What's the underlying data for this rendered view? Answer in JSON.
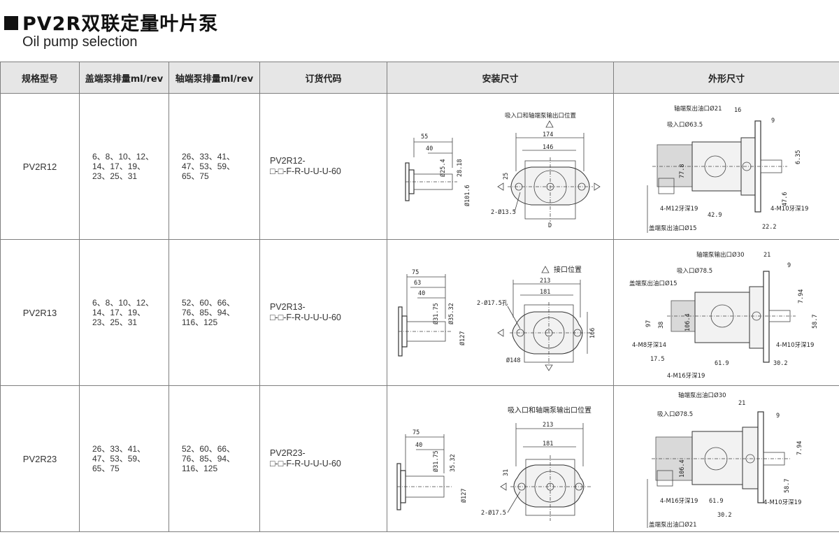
{
  "page": {
    "title": "PV2R双联定量叶片泵",
    "subtitle": "Oil pump selection"
  },
  "table": {
    "headers": [
      "规格型号",
      "盖端泵排量ml/rev",
      "轴端泵排量ml/rev",
      "订货代码",
      "安装尺寸",
      "外形尺寸"
    ],
    "rows": [
      {
        "model": "PV2R12",
        "cover_lines": [
          "6、8、10、12、",
          "14、17、19、",
          "23、25、31"
        ],
        "shaft_lines": [
          "26、33、41、",
          "47、53、59、",
          "65、75"
        ],
        "code_lines": [
          "PV2R12-",
          "□-□-F-R-U-U-U-60"
        ],
        "install": {
          "note": "吸入口和轴端泵输出口位置",
          "d1": "55",
          "d2": "40",
          "d3": "Ø25.4",
          "d4": "28.18",
          "d5": "Ø101.6",
          "w1": "174",
          "w2": "146",
          "h1": "25",
          "hole": "2-Ø13.5",
          "mark": "D"
        },
        "outline": {
          "out_port": "轴端泵出油口Ø21",
          "in_port": "吸入口Ø63.5",
          "d16": "16",
          "d9": "9",
          "d635": "6.35",
          "d778": "77.8",
          "d476": "47.6",
          "d429": "42.9",
          "d222": "22.2",
          "t1": "4-M12牙深19",
          "t2": "4-M10牙深19",
          "cover_out": "盖端泵出油口Ø15"
        }
      },
      {
        "model": "PV2R13",
        "cover_lines": [
          "6、8、10、12、",
          "14、17、19、",
          "23、25、31"
        ],
        "shaft_lines": [
          "52、60、66、",
          "76、85、94、",
          "116、125"
        ],
        "code_lines": [
          "PV2R13-",
          "□-□-F-R-U-U-U-60"
        ],
        "install": {
          "note": "接口位置",
          "d1": "75",
          "d2": "63",
          "d3": "40",
          "d4": "Ø31.75",
          "d5": "Ø35.32",
          "d6": "Ø127",
          "w1": "213",
          "w2": "181",
          "hole": "2-Ø17.5孔",
          "h1": "166",
          "dia": "Ø148"
        },
        "outline": {
          "out_port": "轴端泵输出口Ø30",
          "in_port": "吸入口Ø78.5",
          "cover_out": "盖端泵出油口Ø15",
          "d21": "21",
          "d9": "9",
          "d794": "7.94",
          "d38": "38",
          "d97": "97",
          "d1064": "106.4",
          "d587": "58.7",
          "t1": "4-M8牙深14",
          "t2": "4-M10牙深19",
          "d175": "17.5",
          "d619": "61.9",
          "d302": "30.2",
          "t3": "4-M16牙深19"
        }
      },
      {
        "model": "PV2R23",
        "cover_lines": [
          "26、33、41、",
          "47、53、59、",
          "65、75"
        ],
        "shaft_lines": [
          "52、60、66、",
          "76、85、94、",
          "116、125"
        ],
        "code_lines": [
          "PV2R23-",
          "□-□-F-R-U-U-U-60"
        ],
        "install": {
          "note": "吸入口和轴端泵输出口位置",
          "d1": "75",
          "d2": "40",
          "d3": "Ø31.75",
          "d4": "35.32",
          "d5": "Ø127",
          "w1": "213",
          "w2": "181",
          "h1": "31",
          "hole": "2-Ø17.5"
        },
        "outline": {
          "out_port": "轴端泵出油口Ø30",
          "in_port": "吸入口Ø78.5",
          "d21": "21",
          "d9": "9",
          "d794": "7.94",
          "d1064": "106.4",
          "d587": "58.7",
          "t1": "4-M16牙深19",
          "d619": "61.9",
          "t2": "4-M10牙深19",
          "d302": "30.2",
          "cover_out": "盖端泵出油口Ø21"
        }
      }
    ]
  }
}
